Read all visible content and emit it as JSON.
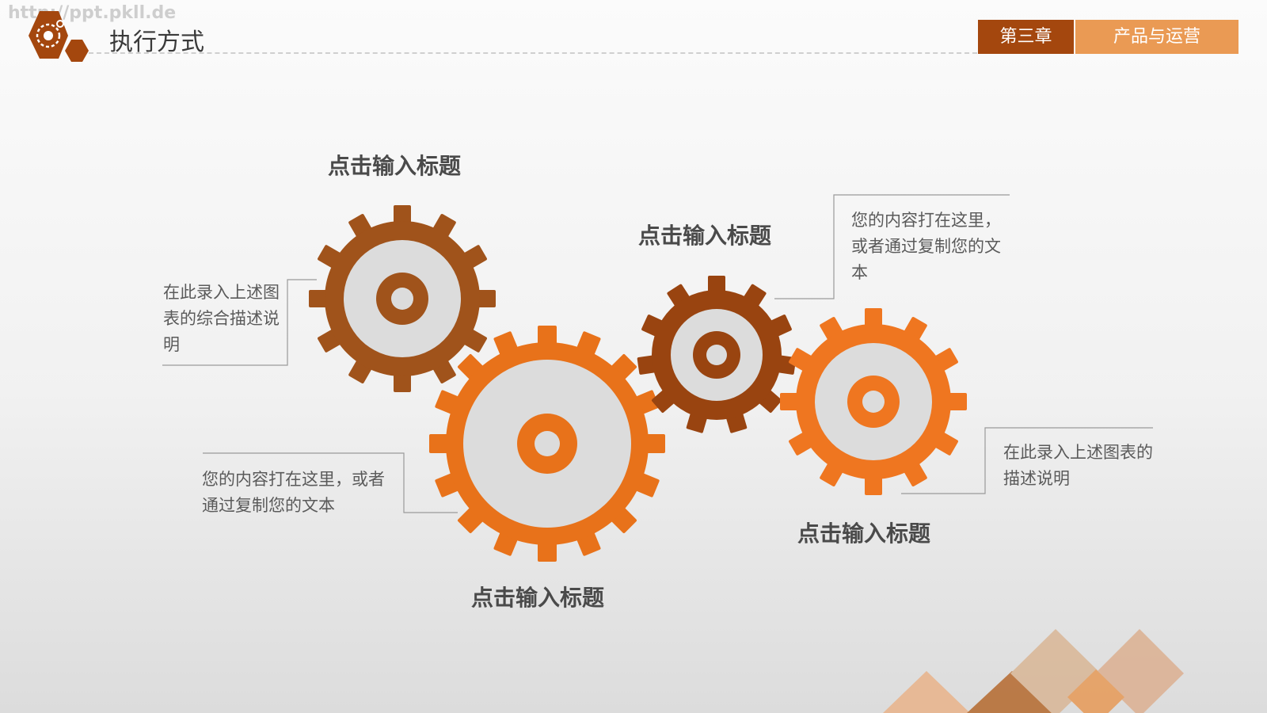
{
  "watermark": "http://ppt.pkll.de",
  "header": {
    "title": "执行方式",
    "chapter": "第三章",
    "section": "产品与运营"
  },
  "gears": [
    {
      "title": "点击输入标题",
      "desc": "在此录入上述图表的综合描述说明",
      "color": "#a0531b"
    },
    {
      "title": "点击输入标题",
      "desc": "您的内容打在这里，或者通过复制您的文本",
      "color": "#e8721a"
    },
    {
      "title": "点击输入标题",
      "desc": "您的内容打在这里，或者通过复制您的文本",
      "color": "#994410"
    },
    {
      "title": "点击输入标题",
      "desc": "在此录入上述图表的描述说明",
      "color": "#ef7620"
    }
  ],
  "colors": {
    "gear_face": "#dcdcdc",
    "accent_dark": "#a4470e",
    "accent_light": "#ea9a54"
  }
}
